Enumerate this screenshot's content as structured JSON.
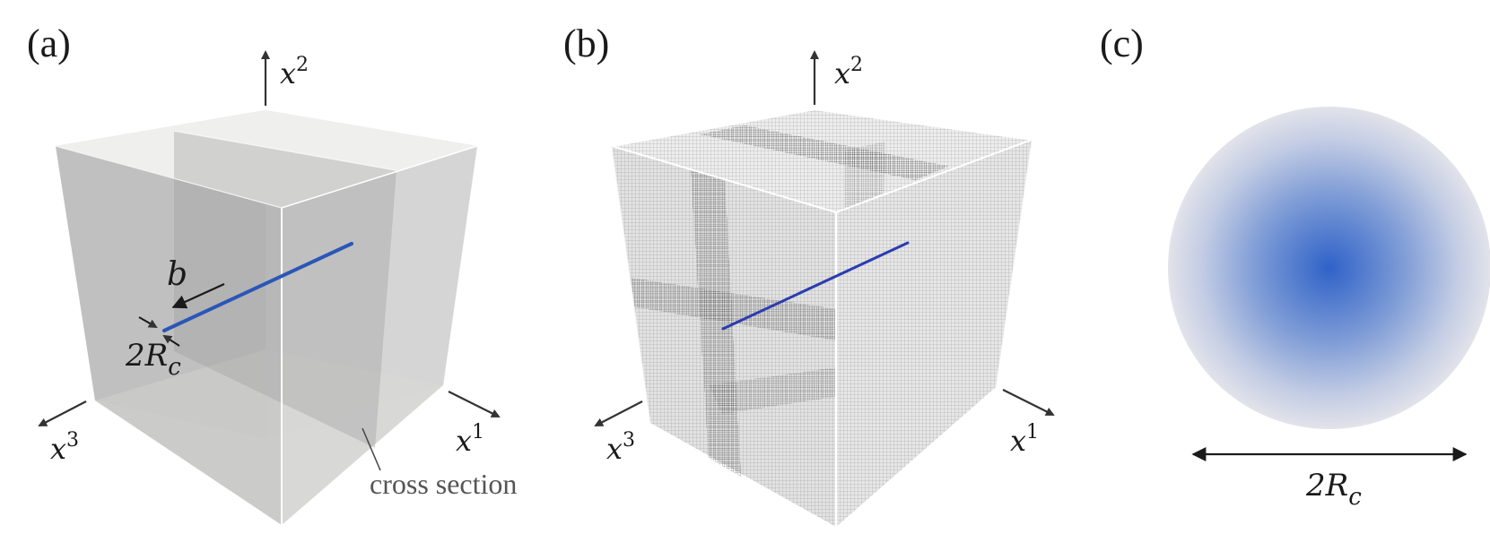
{
  "panels": {
    "a": {
      "label": "(a)",
      "axes": {
        "x1": "x",
        "x1_sup": "1",
        "x2": "x",
        "x2_sup": "2",
        "x3": "x",
        "x3_sup": "3"
      },
      "burgers_label": "b",
      "core_label": "2R",
      "core_label_sub": "c",
      "cross_section_label": "cross section"
    },
    "b": {
      "label": "(b)",
      "axes": {
        "x1": "x",
        "x1_sup": "1",
        "x2": "x",
        "x2_sup": "2",
        "x3": "x",
        "x3_sup": "3"
      }
    },
    "c": {
      "label": "(c)",
      "diameter_label": "2R",
      "diameter_label_sub": "c"
    }
  },
  "colors": {
    "dislocation_line": "#2a56b8",
    "core_center": "#2f62c8",
    "core_edge": "#dcdde6",
    "box_faces": "#bdbdbd",
    "mesh": "#3a3a3a"
  }
}
